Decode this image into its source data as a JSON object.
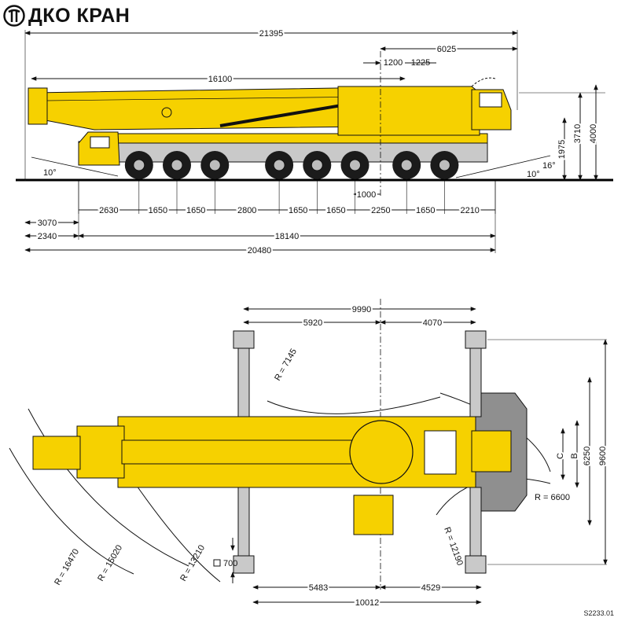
{
  "brand": {
    "name": "ДКО КРАН"
  },
  "drawing_code": "S2233.01",
  "colors": {
    "crane_yellow": "#f6d100",
    "crane_dark": "#1b1b1b",
    "outline": "#111111",
    "ground": "#000000",
    "counterweight": "#8f8f8f"
  },
  "side": {
    "overall_length": "21395",
    "tail_6025": "6025",
    "offset_1200": "1200",
    "offset_1225": "1225",
    "boom_length": "16100",
    "height_3710": "3710",
    "height_4000": "4000",
    "height_1975": "1975",
    "angle_front": "10°",
    "angle_rear_10": "10°",
    "angle_rear_16": "16°",
    "offset_1000": "1000",
    "axles": [
      "2630",
      "1650",
      "1650",
      "2800",
      "1650",
      "1650",
      "2250",
      "1650",
      "2210"
    ],
    "dim_3070": "3070",
    "dim_2340": "2340",
    "dim_18140": "18140",
    "dim_20480": "20480"
  },
  "top": {
    "outrigger_span": "9990",
    "span_front": "5920",
    "span_rear": "4070",
    "radius_7145": "R = 7145",
    "radius_16470": "R = 16470",
    "radius_15020": "R = 15020",
    "radius_13210": "R = 13210",
    "radius_12190": "R = 12190",
    "radius_6600": "R = 6600",
    "pad_700": "700",
    "dim_c": "C",
    "dim_b": "B",
    "dim_6250": "6250",
    "dim_9600": "9600",
    "dim_5483": "5483",
    "dim_4529": "4529",
    "dim_10012": "10012"
  }
}
